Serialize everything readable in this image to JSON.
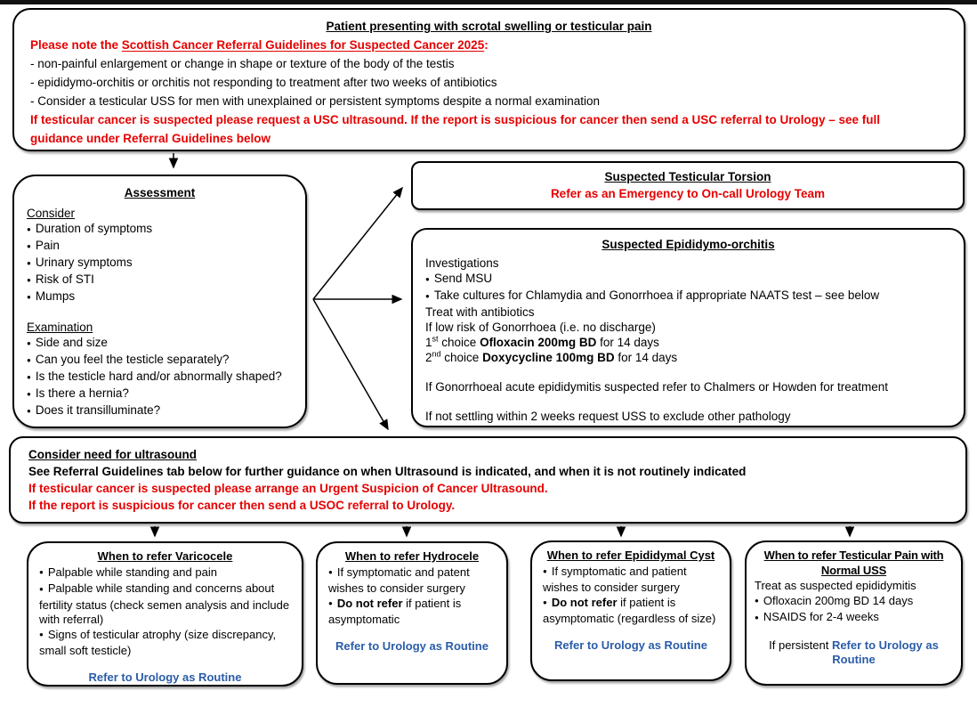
{
  "colors": {
    "red": "#e60000",
    "blue": "#2a5ca8",
    "border": "#000000"
  },
  "top_box": {
    "title": "Patient presenting with scrotal swelling or testicular pain",
    "note_prefix": "Please note the ",
    "note_link": "Scottish Cancer Referral Guidelines for Suspected Cancer 2025",
    "note_colon": ":",
    "criteria": [
      "- non-painful enlargement or change in shape or texture of the body of the testis",
      "- epididymo-orchitis or orchitis not  responding to treatment after two weeks of antibiotics",
      "- Consider a testicular USS for men with unexplained or persistent symptoms despite a normal examination"
    ],
    "warning": "If testicular cancer is suspected please request a USC ultrasound. If the report is suspicious for cancer then send a USC referral to Urology – see full guidance under Referral Guidelines below"
  },
  "assessment": {
    "title": "Assessment",
    "consider_heading": "Consider",
    "consider_items": [
      "Duration of symptoms",
      "Pain",
      "Urinary symptoms",
      "Risk of STI",
      "Mumps"
    ],
    "examination_heading": "Examination",
    "examination_items": [
      "Side and size",
      "Can you feel the testicle separately?",
      "Is the testicle hard and/or abnormally shaped?",
      "Is there a hernia?",
      "Does it transilluminate?"
    ]
  },
  "torsion": {
    "title": "Suspected Testicular Torsion",
    "action": "Refer as an Emergency to On-call Urology Team"
  },
  "epididymo_orchitis": {
    "title": "Suspected Epididymo-orchitis",
    "investigations_heading": "Investigations",
    "investigation_items": [
      "Send MSU",
      "Take cultures for Chlamydia and Gonorrhoea if appropriate NAATS test – see below"
    ],
    "treat_line": "Treat with antibiotics",
    "low_risk_line": "If low risk of Gonorrhoea (i.e. no discharge)",
    "choice1": {
      "num": "1",
      "ord": "st",
      "mid": " choice ",
      "drug": "Ofloxacin 200mg BD",
      "tail": " for 14 days"
    },
    "choice2": {
      "num": "2",
      "ord": "nd",
      "mid": " choice ",
      "drug": "Doxycycline 100mg BD",
      "tail": " for 14 days"
    },
    "gonorrhoeal_line": "If Gonorrhoeal acute epididymitis suspected refer to Chalmers or Howden for treatment",
    "not_settling_line": "If not settling within 2 weeks request USS to exclude other pathology"
  },
  "ultrasound": {
    "title": "Consider need for ultrasound",
    "guidance": "See Referral Guidelines tab below for further guidance on when Ultrasound is indicated, and when it is not routinely indicated",
    "warning1": "If testicular cancer is suspected please arrange an Urgent Suspicion of Cancer Ultrasound.",
    "warning2": "If the report is suspicious for cancer then send a USOC referral to Urology."
  },
  "varicocele": {
    "title": "When to refer Varicocele",
    "items": [
      "Palpable while standing and pain",
      "Palpable while standing and concerns about fertility status (check semen analysis and include with referral)",
      "Signs of testicular atrophy (size discrepancy, small soft testicle)"
    ],
    "action": "Refer to Urology as Routine"
  },
  "hydrocele": {
    "title": "When to refer Hydrocele",
    "item1": "If symptomatic and patent wishes to consider surgery",
    "item2_bold": "Do not refer",
    "item2_tail": " if patient is asymptomatic",
    "action": "Refer to Urology as Routine"
  },
  "epididymal_cyst": {
    "title": "When to refer Epididymal Cyst",
    "item1": "If symptomatic and patient wishes to consider surgery",
    "item2_bold": "Do not refer",
    "item2_tail": " if patient is asymptomatic (regardless of size)",
    "action": "Refer to Urology as Routine"
  },
  "testicular_pain": {
    "title": "When to refer Testicular Pain with Normal USS",
    "intro": "Treat as suspected epididymitis",
    "items": [
      "Ofloxacin 200mg BD 14 days",
      "NSAIDS for 2-4 weeks"
    ],
    "persistent_prefix": "If persistent ",
    "action": "Refer to Urology as Routine"
  }
}
